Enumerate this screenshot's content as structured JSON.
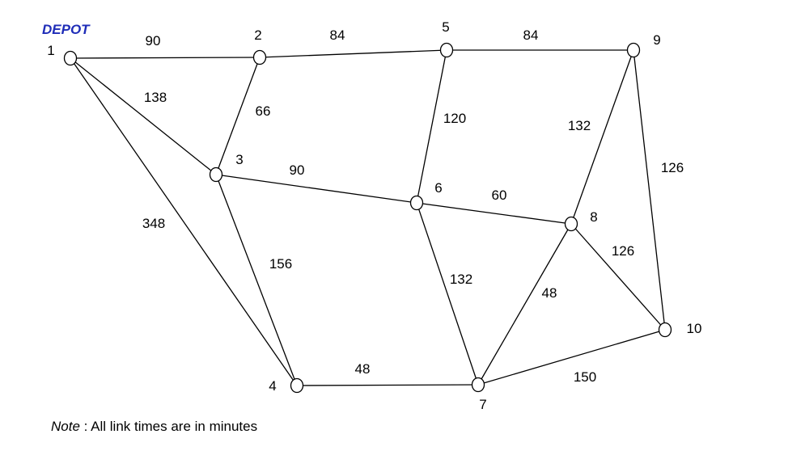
{
  "depot_label": "DEPOT",
  "depot_color": "#1f2db8",
  "nodes": [
    {
      "id": "1",
      "label": "1"
    },
    {
      "id": "2",
      "label": "2"
    },
    {
      "id": "3",
      "label": "3"
    },
    {
      "id": "4",
      "label": "4"
    },
    {
      "id": "5",
      "label": "5"
    },
    {
      "id": "6",
      "label": "6"
    },
    {
      "id": "7",
      "label": "7"
    },
    {
      "id": "8",
      "label": "8"
    },
    {
      "id": "9",
      "label": "9"
    },
    {
      "id": "10",
      "label": "10"
    }
  ],
  "edges": [
    {
      "from": "1",
      "to": "2",
      "weight": "90"
    },
    {
      "from": "1",
      "to": "3",
      "weight": "138"
    },
    {
      "from": "1",
      "to": "4",
      "weight": "348"
    },
    {
      "from": "2",
      "to": "3",
      "weight": "66"
    },
    {
      "from": "2",
      "to": "5",
      "weight": "84"
    },
    {
      "from": "5",
      "to": "9",
      "weight": "84"
    },
    {
      "from": "5",
      "to": "6",
      "weight": "120"
    },
    {
      "from": "3",
      "to": "6",
      "weight": "90"
    },
    {
      "from": "3",
      "to": "4",
      "weight": "156"
    },
    {
      "from": "6",
      "to": "8",
      "weight": "60"
    },
    {
      "from": "6",
      "to": "7",
      "weight": "132"
    },
    {
      "from": "9",
      "to": "8",
      "weight": "132"
    },
    {
      "from": "9",
      "to": "10",
      "weight": "126"
    },
    {
      "from": "8",
      "to": "10",
      "weight": "126"
    },
    {
      "from": "8",
      "to": "7",
      "weight": "48"
    },
    {
      "from": "4",
      "to": "7",
      "weight": "48"
    },
    {
      "from": "7",
      "to": "10",
      "weight": "150"
    }
  ],
  "note": {
    "label": "Note",
    "text": " : All link times are in minutes"
  }
}
